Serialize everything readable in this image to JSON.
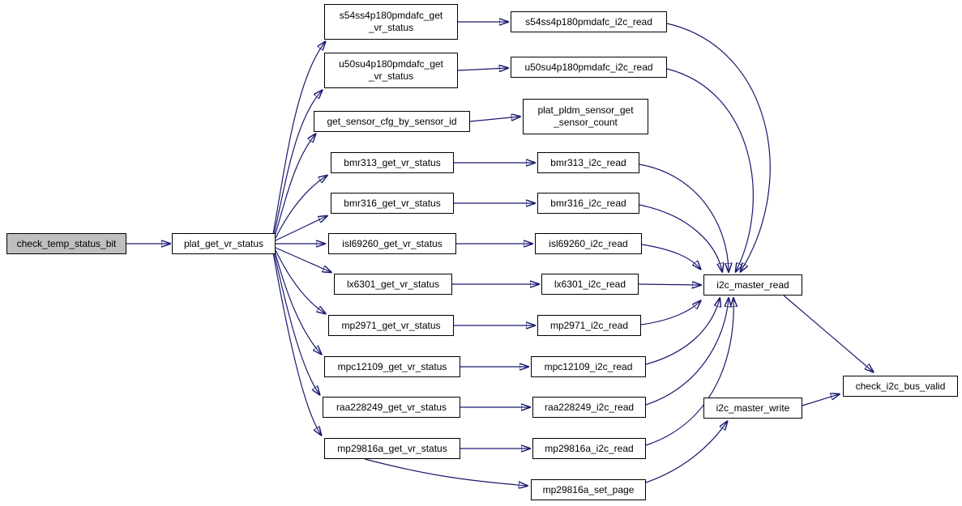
{
  "graph": {
    "type": "call-graph",
    "colors": {
      "edge": "#191970",
      "node_fill": "#ffffff",
      "node_border": "#000000",
      "highlight_fill": "#bfbfbf",
      "background": "#ffffff"
    },
    "nodes": [
      {
        "id": "check_temp_status_bit",
        "label": "check_temp_status_bit",
        "highlighted": true
      },
      {
        "id": "plat_get_vr_status",
        "label": "plat_get_vr_status",
        "highlighted": false
      },
      {
        "id": "s54ss4p180pmdafc_get_vr_status",
        "label": "s54ss4p180pmdafc_get\n_vr_status",
        "highlighted": false
      },
      {
        "id": "u50su4p180pmdafc_get_vr_status",
        "label": "u50su4p180pmdafc_get\n_vr_status",
        "highlighted": false
      },
      {
        "id": "get_sensor_cfg_by_sensor_id",
        "label": "get_sensor_cfg_by_sensor_id",
        "highlighted": false
      },
      {
        "id": "bmr313_get_vr_status",
        "label": "bmr313_get_vr_status",
        "highlighted": false
      },
      {
        "id": "bmr316_get_vr_status",
        "label": "bmr316_get_vr_status",
        "highlighted": false
      },
      {
        "id": "isl69260_get_vr_status",
        "label": "isl69260_get_vr_status",
        "highlighted": false
      },
      {
        "id": "lx6301_get_vr_status",
        "label": "lx6301_get_vr_status",
        "highlighted": false
      },
      {
        "id": "mp2971_get_vr_status",
        "label": "mp2971_get_vr_status",
        "highlighted": false
      },
      {
        "id": "mpc12109_get_vr_status",
        "label": "mpc12109_get_vr_status",
        "highlighted": false
      },
      {
        "id": "raa228249_get_vr_status",
        "label": "raa228249_get_vr_status",
        "highlighted": false
      },
      {
        "id": "mp29816a_get_vr_status",
        "label": "mp29816a_get_vr_status",
        "highlighted": false
      },
      {
        "id": "s54ss4p180pmdafc_i2c_read",
        "label": "s54ss4p180pmdafc_i2c_read",
        "highlighted": false
      },
      {
        "id": "u50su4p180pmdafc_i2c_read",
        "label": "u50su4p180pmdafc_i2c_read",
        "highlighted": false
      },
      {
        "id": "plat_pldm_sensor_get_sensor_count",
        "label": "plat_pldm_sensor_get\n_sensor_count",
        "highlighted": false
      },
      {
        "id": "bmr313_i2c_read",
        "label": "bmr313_i2c_read",
        "highlighted": false
      },
      {
        "id": "bmr316_i2c_read",
        "label": "bmr316_i2c_read",
        "highlighted": false
      },
      {
        "id": "isl69260_i2c_read",
        "label": "isl69260_i2c_read",
        "highlighted": false
      },
      {
        "id": "lx6301_i2c_read",
        "label": "lx6301_i2c_read",
        "highlighted": false
      },
      {
        "id": "mp2971_i2c_read",
        "label": "mp2971_i2c_read",
        "highlighted": false
      },
      {
        "id": "mpc12109_i2c_read",
        "label": "mpc12109_i2c_read",
        "highlighted": false
      },
      {
        "id": "raa228249_i2c_read",
        "label": "raa228249_i2c_read",
        "highlighted": false
      },
      {
        "id": "mp29816a_i2c_read",
        "label": "mp29816a_i2c_read",
        "highlighted": false
      },
      {
        "id": "mp29816a_set_page",
        "label": "mp29816a_set_page",
        "highlighted": false
      },
      {
        "id": "i2c_master_read",
        "label": "i2c_master_read",
        "highlighted": false
      },
      {
        "id": "i2c_master_write",
        "label": "i2c_master_write",
        "highlighted": false
      },
      {
        "id": "check_i2c_bus_valid",
        "label": "check_i2c_bus_valid",
        "highlighted": false
      }
    ],
    "edges": [
      [
        "check_temp_status_bit",
        "plat_get_vr_status"
      ],
      [
        "plat_get_vr_status",
        "s54ss4p180pmdafc_get_vr_status"
      ],
      [
        "plat_get_vr_status",
        "u50su4p180pmdafc_get_vr_status"
      ],
      [
        "plat_get_vr_status",
        "get_sensor_cfg_by_sensor_id"
      ],
      [
        "plat_get_vr_status",
        "bmr313_get_vr_status"
      ],
      [
        "plat_get_vr_status",
        "bmr316_get_vr_status"
      ],
      [
        "plat_get_vr_status",
        "isl69260_get_vr_status"
      ],
      [
        "plat_get_vr_status",
        "lx6301_get_vr_status"
      ],
      [
        "plat_get_vr_status",
        "mp2971_get_vr_status"
      ],
      [
        "plat_get_vr_status",
        "mpc12109_get_vr_status"
      ],
      [
        "plat_get_vr_status",
        "raa228249_get_vr_status"
      ],
      [
        "plat_get_vr_status",
        "mp29816a_get_vr_status"
      ],
      [
        "s54ss4p180pmdafc_get_vr_status",
        "s54ss4p180pmdafc_i2c_read"
      ],
      [
        "u50su4p180pmdafc_get_vr_status",
        "u50su4p180pmdafc_i2c_read"
      ],
      [
        "get_sensor_cfg_by_sensor_id",
        "plat_pldm_sensor_get_sensor_count"
      ],
      [
        "bmr313_get_vr_status",
        "bmr313_i2c_read"
      ],
      [
        "bmr316_get_vr_status",
        "bmr316_i2c_read"
      ],
      [
        "isl69260_get_vr_status",
        "isl69260_i2c_read"
      ],
      [
        "lx6301_get_vr_status",
        "lx6301_i2c_read"
      ],
      [
        "mp2971_get_vr_status",
        "mp2971_i2c_read"
      ],
      [
        "mpc12109_get_vr_status",
        "mpc12109_i2c_read"
      ],
      [
        "raa228249_get_vr_status",
        "raa228249_i2c_read"
      ],
      [
        "mp29816a_get_vr_status",
        "mp29816a_i2c_read"
      ],
      [
        "mp29816a_get_vr_status",
        "mp29816a_set_page"
      ],
      [
        "s54ss4p180pmdafc_i2c_read",
        "i2c_master_read"
      ],
      [
        "u50su4p180pmdafc_i2c_read",
        "i2c_master_read"
      ],
      [
        "bmr313_i2c_read",
        "i2c_master_read"
      ],
      [
        "bmr316_i2c_read",
        "i2c_master_read"
      ],
      [
        "isl69260_i2c_read",
        "i2c_master_read"
      ],
      [
        "lx6301_i2c_read",
        "i2c_master_read"
      ],
      [
        "mp2971_i2c_read",
        "i2c_master_read"
      ],
      [
        "mpc12109_i2c_read",
        "i2c_master_read"
      ],
      [
        "raa228249_i2c_read",
        "i2c_master_read"
      ],
      [
        "mp29816a_i2c_read",
        "i2c_master_read"
      ],
      [
        "mp29816a_set_page",
        "i2c_master_write"
      ],
      [
        "i2c_master_read",
        "check_i2c_bus_valid"
      ],
      [
        "i2c_master_write",
        "check_i2c_bus_valid"
      ]
    ]
  }
}
